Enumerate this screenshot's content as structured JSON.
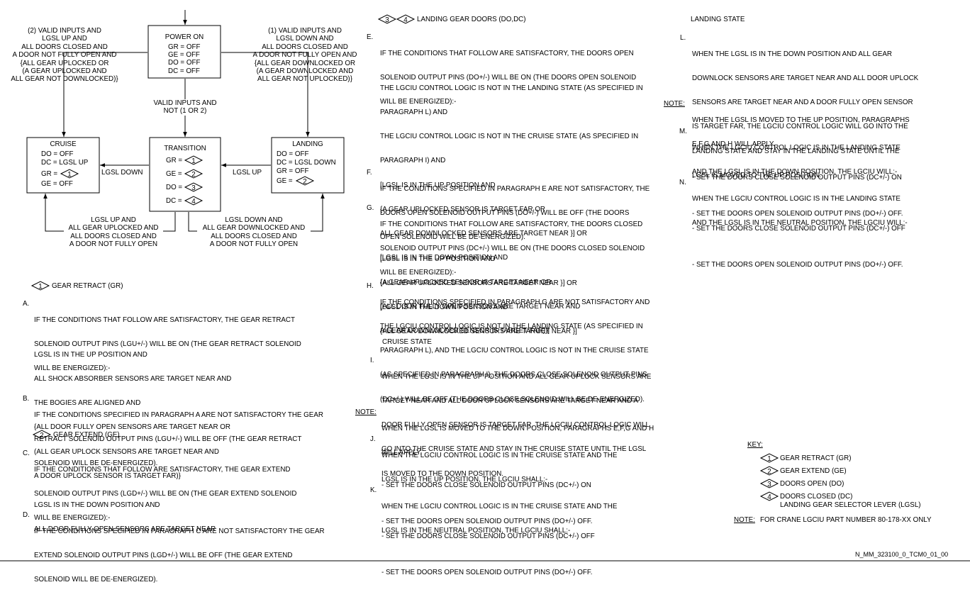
{
  "diagram": {
    "power_on": {
      "title": "POWER ON",
      "lines": [
        "GR = OFF",
        "GE = OFF",
        "DO = OFF",
        "DC = OFF"
      ]
    },
    "cruise": {
      "title": "CRUISE",
      "lines": [
        "DO = OFF",
        "DC = LGSL UP",
        "GR =",
        "GE = OFF"
      ],
      "gr_key": "1"
    },
    "transition": {
      "title": "TRANSITION",
      "lines": [
        "GR =",
        "GE =",
        "DO =",
        "DC ="
      ],
      "keys": [
        "1",
        "2",
        "3",
        "4"
      ]
    },
    "landing": {
      "title": "LANDING",
      "lines": [
        "DO = OFF",
        "DC = LGSL DOWN",
        "GR = OFF",
        "GE ="
      ],
      "ge_key": "2"
    },
    "left_cond": [
      "(2) VALID INPUTS AND",
      "LGSL UP AND",
      "ALL DOORS CLOSED AND",
      "A DOOR NOT FULLY OPEN AND",
      "{ALL GEAR UPLOCKED OR",
      "(A GEAR UPLOCKED AND",
      "ALL GEAR NOT DOWNLOCKED)}"
    ],
    "right_cond": [
      "(1) VALID INPUTS AND",
      "LGSL DOWN AND",
      "ALL DOORS CLOSED AND",
      "A DOOR NOT FULLY OPEN AND",
      "{ALL GEAR DOWNLOCKED OR",
      "(A GEAR DOWNLOCKED AND",
      "ALL GEAR NOT UPLOCKED)}"
    ],
    "mid_cond": [
      "VALID INPUTS AND",
      "NOT (1 OR 2)"
    ],
    "lgsl_down": "LGSL DOWN",
    "lgsl_up": "LGSL UP",
    "bottom_left": [
      "LGSL UP AND",
      "ALL GEAR UPLOCKED AND",
      "ALL DOORS CLOSED AND",
      "A DOOR NOT FULLY OPEN"
    ],
    "bottom_right": [
      "LGSL DOWN AND",
      "ALL GEAR DOWNLOCKED AND",
      "ALL DOORS CLOSED AND",
      "A DOOR NOT FULLY OPEN"
    ]
  },
  "col1": {
    "gr_title": "GEAR RETRACT (GR)",
    "a_letter": "A.",
    "a_text": [
      "IF THE CONDITIONS THAT FOLLOW ARE SATISFACTORY, THE GEAR RETRACT",
      "SOLENOID OUTPUT PINS (LGU+/-) WILL BE ON (THE GEAR RETRACT SOLENOID",
      "WILL BE ENERGIZED):-"
    ],
    "a_cond": [
      "LGSL IS IN THE UP POSITION AND",
      "ALL SHOCK ABSORBER SENSORS ARE TARGET NEAR AND",
      "THE BOGIES ARE ALIGNED AND",
      "{ALL DOOR FULLY OPEN SENSORS ARE TARGET NEAR OR",
      "(ALL GEAR UPLOCK SENSORS ARE TARGET NEAR AND",
      "A DOOR UPLOCK SENSOR IS TARGET FAR)}"
    ],
    "b_letter": "B.",
    "b_text": [
      "IF THE CONDITIONS SPECIFIED IN PARAGRAPH A ARE NOT SATISFACTORY THE GEAR",
      "RETRACT SOLENOID OUTPUT PINS (LGU+/-) WILL BE OFF (THE GEAR RETRACT",
      "SOLENOID WILL BE DE-ENERGIZED)."
    ],
    "ge_title": "GEAR EXTEND (GE)",
    "c_letter": "C.",
    "c_text": [
      "IF THE CONDITIONS THAT FOLLOW ARE SATISFACTORY, THE GEAR EXTEND",
      "SOLENOID OUTPUT PINS (LGD+/-) WILL BE ON (THE GEAR EXTEND SOLENOID",
      "WILL BE ENERGIZED):-"
    ],
    "c_cond": [
      "LGSL IS IN THE DOWN POSITION AND",
      "ALL DOOR FULLY OPEN SENSORS ARE TARGET NEAR"
    ],
    "d_letter": "D.",
    "d_text": [
      "IF THE CONDITIONS SPECIFIED IN PARAGRAPH C ARE NOT SATISFACTORY THE GEAR",
      "EXTEND SOLENOID OUTPUT PINS (LGD+/-) WILL BE OFF (THE GEAR EXTEND",
      "SOLENOID WILL BE DE-ENERGIZED)."
    ]
  },
  "col2": {
    "doors_title": "LANDING GEAR DOORS (DO,DC)",
    "e_letter": "E.",
    "e_text": [
      "IF THE CONDITIONS THAT FOLLOW ARE SATISFACTORY, THE DOORS OPEN",
      "SOLENOID OUTPUT PINS (DO+/-) WILL BE ON (THE DOORS OPEN SOLENOID",
      "WILL BE ENERGIZED):-"
    ],
    "e_cond": [
      "THE LGCIU CONTROL LOGIC IS NOT IN THE LANDING STATE (AS SPECIFIED IN",
      "PARAGRAPH L) AND",
      "THE LGCIU CONTROL LOGIC IS NOT IN THE CRUISE STATE (AS SPECIFIED IN",
      "PARAGRAPH I) AND",
      "[LGSL IS IN THE UP POSITION AND",
      "{A GEAR UPLOCKED SENSOR IS TARGET FAR OR",
      "ALL GEAR DOWNLOCKED SENSORS ARE TARGET NEAR }] OR",
      "[LGSL IS IN THE DOWN POSITION AND",
      "{A GEAR UPLOCKED SENSOR IS TARGET NEAR OR",
      "(ALL DOOR FULLY OPEN SENSORS ARE TARGET NEAR AND",
      "A GEAR DOWNLOCKED SENSOR IS TARGET FAR)}]"
    ],
    "f_letter": "F.",
    "f_text": [
      "IF THE CONDITIONS SPECIFIED IN PARAGRAPH E ARE NOT SATISFACTORY, THE",
      "DOORS OPEN SOLENOID OUTPUT PINS (DO+/-) WILL BE OFF (THE DOORS",
      "OPEN SOLENOID WILL BE DE-ENERGIZED)."
    ],
    "g_letter": "G.",
    "g_text": [
      "IF THE CONDITIONS THAT FOLLOW ARE SATISFACTORY, THE DOORS CLOSED",
      "SOLENOID OUTPUT PINS (DC+/-) WILL BE ON (THE DOORS CLOSED SOLENOID",
      "WILL BE ENERGIZED):-"
    ],
    "g_cond": [
      "[LGSL IS IN THE UP POSITION AND",
      "{ALL GEAR UPLOCKED SENSORS ARE TARGET NEAR }] OR",
      "[LGSL IS IN THE DOWN POSITION AND",
      "{ALL GEAR DOWNLOCKED SENSORS ARE TARGET NEAR }]"
    ],
    "h_letter": "H.",
    "h_text": [
      "IF THE CONDITIONS SPECIFIED IN PARAGRAPH G ARE NOT SATISFACTORY AND",
      "THE LGCIU CONTROL LOGIC IS NOT IN THE LANDING STATE (AS SPECIFIED IN",
      "PARAGRAPH L), AND THE LGCIU CONTROL LOGIC IS NOT IN THE CRUISE STATE",
      "(AS SPECIFIED IN PARAGRAPH I), THE DOORS CLOSE SOLENOID OUTPUT PINS",
      "(DC+/-) WILL BE OFF (THE DOORS CLOSE SOLENOID WILL BE DE-ENERGIZED)."
    ],
    "cruise_title": "CRUISE STATE",
    "i_letter": "I.",
    "i_text": [
      "WHEN THE LGSL IS IN THE UP POSITION AND ALL GEAR UPLOCK SENSORS ARE",
      "TARGET NEAR AND ALL DOOR UPLOCK SENSORS ARE TARGET NEAR AND A",
      "DOOR FULLY OPEN SENSOR IS TARGET FAR, THE LGCIU CONTROL LOGIC WILL",
      "GO INTO THE CRUISE STATE AND STAY IN THE CRUISE STATE UNTIL THE LGSL",
      "IS MOVED TO THE DOWN POSITION."
    ],
    "note_label": "NOTE:",
    "note_text": [
      "WHEN THE LGSL IS MOVED TO THE DOWN POSITION, PARAGRAPHS E,F,G AND H",
      "WILL APPLY."
    ],
    "j_letter": "J.",
    "j_text": [
      "WHEN THE LGCIU CONTROL LOGIC IS IN THE CRUISE STATE AND THE",
      "LGSL IS IN THE UP POSITION, THE LGCIU SHALL:-"
    ],
    "j_items": [
      "- SET THE DOORS CLOSE SOLENOID OUTPUT PINS (DC+/-) ON",
      "- SET THE DOORS OPEN SOLENOID OUTPUT PINS (DO+/-) OFF."
    ],
    "k_letter": "K.",
    "k_text": [
      "WHEN THE LGCIU CONTROL LOGIC IS IN THE CRUISE STATE AND THE",
      "LGSL IS IN THE NEUTRAL POSITION, THE LGCIU SHALL:-"
    ],
    "k_items": [
      "- SET THE DOORS CLOSE SOLENOID OUTPUT PINS (DC+/-) OFF",
      "- SET THE DOORS OPEN SOLENOID OUTPUT PINS (DO+/-) OFF."
    ]
  },
  "col3": {
    "landing_title": "LANDING STATE",
    "l_letter": "L.",
    "l_text": [
      "WHEN THE LGSL IS IN THE DOWN POSITION AND ALL GEAR",
      "DOWNLOCK SENSORS ARE TARGET NEAR AND ALL DOOR UPLOCK",
      "SENSORS ARE TARGET NEAR AND A DOOR FULLY OPEN SENSOR",
      "IS TARGET FAR, THE LGCIU CONTROL LOGIC WILL GO INTO THE",
      "LANDING STATE AND STAY IN THE LANDING STATE UNTIL THE",
      "LGSL IS MOVED TO THE UP POSITION."
    ],
    "note_label": "NOTE:",
    "note_text": [
      "WHEN THE LGSL IS MOVED TO THE UP POSITION, PARAGRAPHS",
      "E,F,G AND H WILL APPLY."
    ],
    "m_letter": "M.",
    "m_text": [
      "WHEN THE LGCIU CONTROL LOGIC IS IN THE LANDING STATE",
      "AND THE LGSL IS IN THE DOWN POSITION, THE LGCIU WILL:-"
    ],
    "m_items": [
      "- SET THE DOORS CLOSE SOLENOID OUTPUT PINS (DC+/-) ON",
      "- SET THE DOORS OPEN SOLENOID OUTPUT PINS (DO+/-) OFF."
    ],
    "n_letter": "N.",
    "n_text": [
      "WHEN THE LGCIU CONTROL LOGIC IS IN THE LANDING STATE",
      "AND THE LGSL IS IN THE NEUTRAL POSITION, THE LGCIU WILL:-"
    ],
    "n_items": [
      "- SET THE DOORS CLOSE SOLENOID OUTPUT PINS (DC+/-) OFF",
      "- SET THE DOORS OPEN SOLENOID OUTPUT PINS (DO+/-) OFF."
    ]
  },
  "key": {
    "title": "KEY:",
    "items": [
      {
        "num": "1",
        "label": "GEAR RETRACT (GR)"
      },
      {
        "num": "2",
        "label": "GEAR EXTEND (GE)"
      },
      {
        "num": "3",
        "label": "DOORS OPEN (DO)"
      },
      {
        "num": "4",
        "label": "DOORS CLOSED (DC)"
      }
    ],
    "lgsl": "LANDING GEAR SELECTOR LEVER (LGSL)",
    "note_label": "NOTE:",
    "note_text": "FOR CRANE LGCIU PART NUMBER 80-178-XX ONLY"
  },
  "figure_id": "N_MM_323100_0_TCM0_01_00"
}
